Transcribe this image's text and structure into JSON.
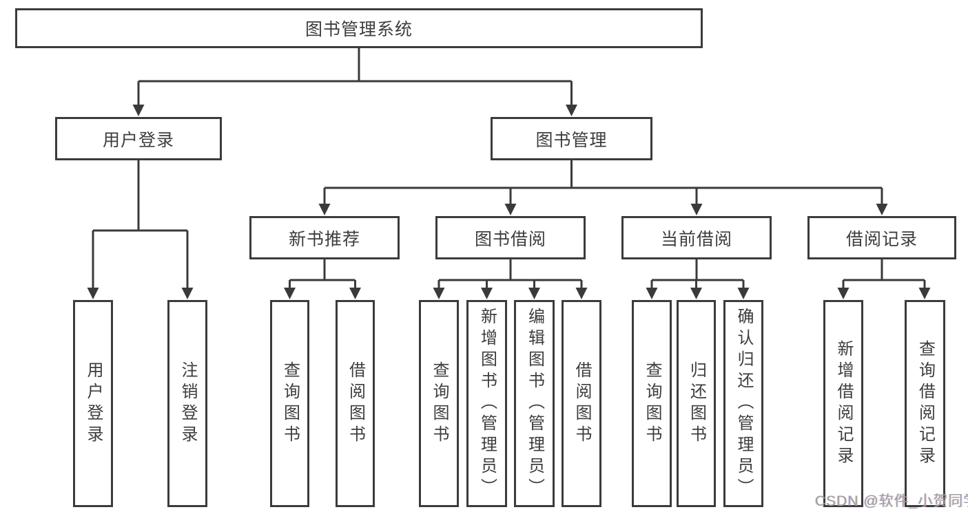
{
  "diagram_title": "图书管理系统",
  "colors": {
    "line": "#3a3a3a",
    "box_border": "#3b3b3b",
    "text": "#3d3d3d",
    "background": "#ffffff",
    "watermark": "#a0a0a0"
  },
  "tree": {
    "label": "图书管理系统",
    "children": [
      {
        "label": "用户登录",
        "children": [
          {
            "label": "用户登录"
          },
          {
            "label": "注销登录"
          }
        ]
      },
      {
        "label": "图书管理",
        "children": [
          {
            "label": "新书推荐",
            "children": [
              {
                "label": "查询图书"
              },
              {
                "label": "借阅图书"
              }
            ]
          },
          {
            "label": "图书借阅",
            "children": [
              {
                "label": "查询图书"
              },
              {
                "label": "新增图书（管理员）"
              },
              {
                "label": "编辑图书（管理员）"
              },
              {
                "label": "借阅图书"
              }
            ]
          },
          {
            "label": "当前借阅",
            "children": [
              {
                "label": "查询图书"
              },
              {
                "label": "归还图书"
              },
              {
                "label": "确认归还（管理员）"
              }
            ]
          },
          {
            "label": "借阅记录",
            "children": [
              {
                "label": "新增借阅记录"
              },
              {
                "label": "查询借阅记录"
              }
            ]
          }
        ]
      }
    ]
  },
  "watermark": {
    "text": "CSDN @软件_小贺同学"
  }
}
